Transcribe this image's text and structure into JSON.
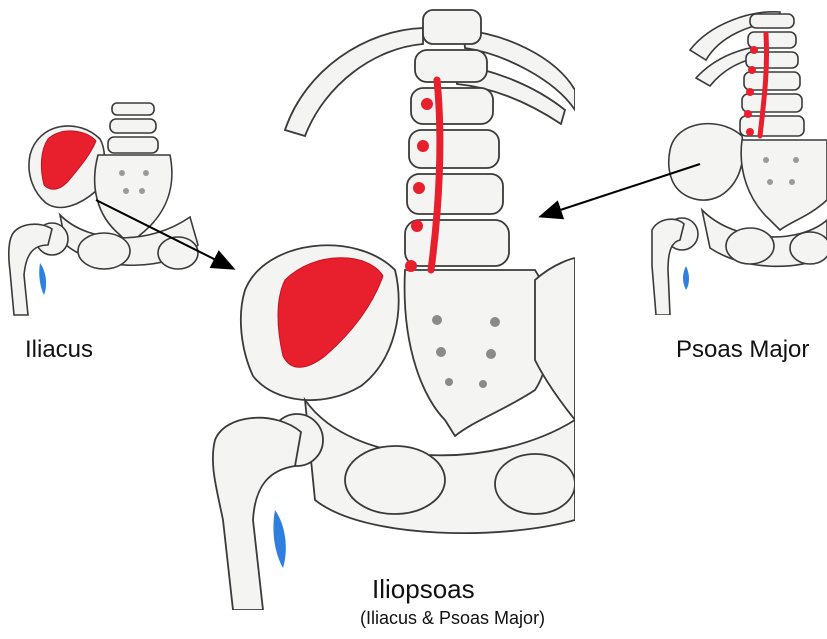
{
  "labels": {
    "iliacus": "Iliacus",
    "psoas_major": "Psoas Major",
    "main_title": "Iliopsoas",
    "main_subtitle": "(Iliacus & Psoas Major)"
  },
  "colors": {
    "muscle_red": "#e8202e",
    "bone_outline": "#3a3a3a",
    "bone_fill": "#f4f4f2",
    "shade": "#b8b8b4",
    "tendon_blue": "#2f7fe0",
    "arrow": "#000000"
  }
}
